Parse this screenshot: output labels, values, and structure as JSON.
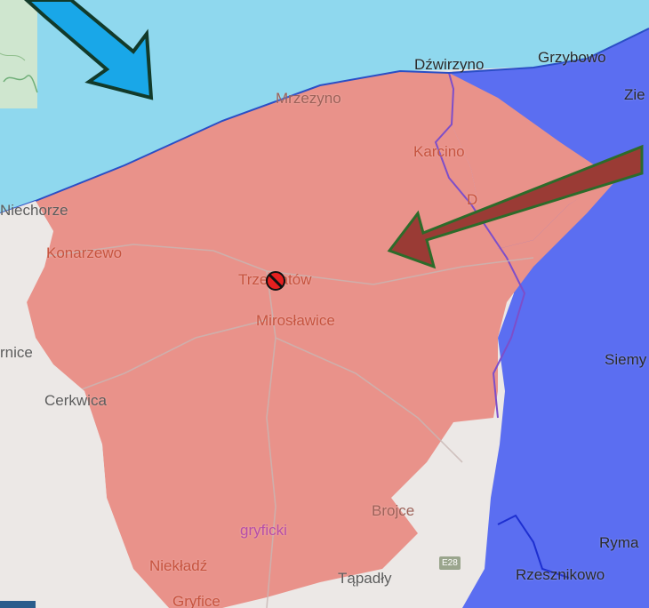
{
  "map": {
    "colors": {
      "sea": "#8fd8ee",
      "land": "#ece8e6",
      "region_highlight": "#e9928a",
      "neighbor_region": "#5b6ef1",
      "blue_arrow": "#19a7e8",
      "red_arrow": "#9a3b35",
      "arrow_outline": "#123a2a"
    },
    "icons": [
      "blue-arrow-icon",
      "red-arrow-icon",
      "no-entry-icon"
    ],
    "labels": {
      "dzwirzyno": "Dźwirzyno",
      "grzybowo": "Grzybowo",
      "zie": "Zie",
      "mrzezyno": "Mrzezyno",
      "karcino": "Karcino",
      "niechorze": "Niechorze",
      "konarzewo": "Konarzewo",
      "trzebiatow": "Trzebiatów",
      "miroslawice": "Mirosławice",
      "rnice": "rnice",
      "siemy": "Siemy",
      "cerkwica": "Cerkwica",
      "brojce": "Brojce",
      "gryficki": "gryficki",
      "ryma": "Ryma",
      "niekladz": "Niekładź",
      "tapadly": "Tąpadły",
      "rzesznikowo": "Rzesznikowo",
      "gryfice": "Gryfice",
      "road_badge": "E28",
      "d_partial": "D"
    }
  }
}
